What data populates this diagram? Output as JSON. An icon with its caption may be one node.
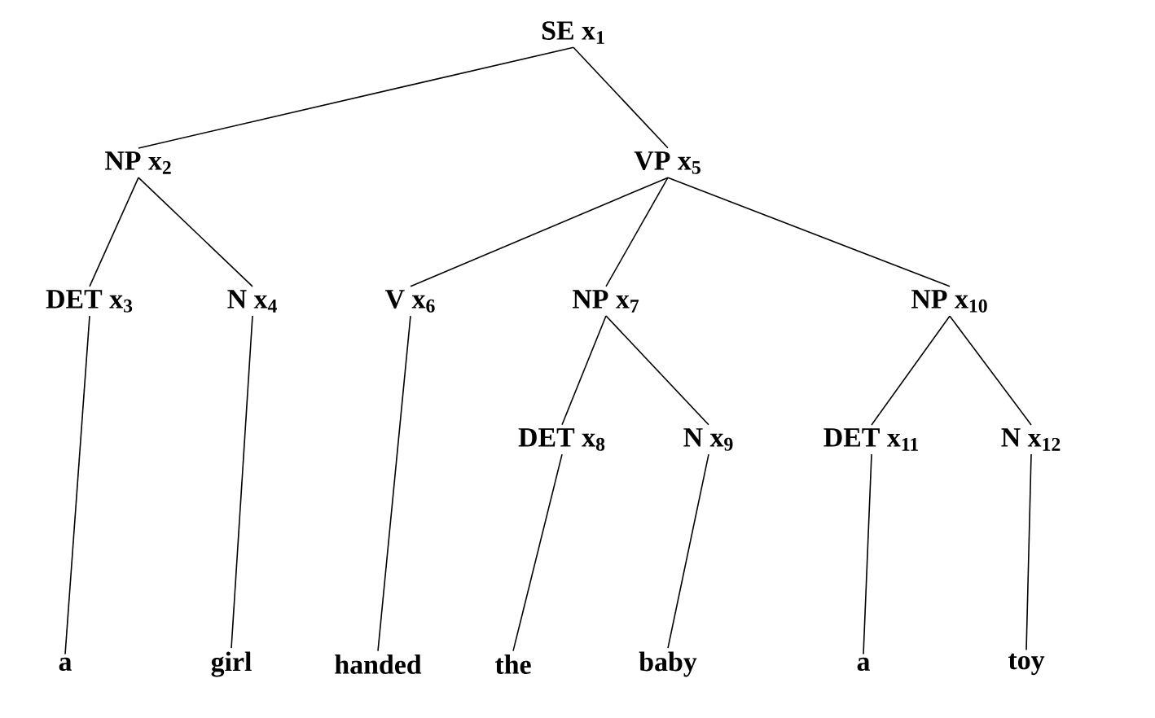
{
  "diagram": {
    "nodes": [
      {
        "text": [
          "SE x$_{1}$"
        ]
      },
      {
        "text": [
          "NP x$_{2}$"
        ]
      },
      {
        "text": [
          "VP x$_{5}$"
        ]
      },
      {
        "text": [
          "DET x$_{3}$"
        ]
      },
      {
        "text": [
          "N x$_{4}$"
        ]
      },
      {
        "text": [
          "V x$_{6}$"
        ]
      },
      {
        "text": [
          "NP x$_{7}$"
        ]
      },
      {
        "text": [
          "NP x$_{10}$"
        ]
      },
      {
        "text": [
          "DET x$_{8}$"
        ]
      },
      {
        "text": [
          "N x$_{9}$"
        ]
      },
      {
        "text": [
          "DET x$_{11}$"
        ]
      },
      {
        "text": [
          "N x$_{12}$"
        ]
      },
      {
        "text": [
          "a"
        ]
      },
      {
        "text": [
          "girl"
        ]
      },
      {
        "text": [
          "handed"
        ]
      },
      {
        "text": [
          "the"
        ]
      },
      {
        "text": [
          "baby"
        ]
      },
      {
        "text": [
          "a"
        ]
      },
      {
        "text": [
          "toy"
        ]
      }
    ],
    "edges": [
      {
        "from": 0,
        "to": 1,
        "arrow": "none"
      },
      {
        "from": 0,
        "to": 2,
        "arrow": "none"
      },
      {
        "from": 1,
        "to": 3,
        "arrow": "none"
      },
      {
        "from": 1,
        "to": 4,
        "arrow": "none"
      },
      {
        "from": 2,
        "to": 5,
        "arrow": "none"
      },
      {
        "from": 2,
        "to": 6,
        "arrow": "none"
      },
      {
        "from": 2,
        "to": 7,
        "arrow": "none"
      },
      {
        "from": 6,
        "to": 8,
        "arrow": "none"
      },
      {
        "from": 6,
        "to": 9,
        "arrow": "none"
      },
      {
        "from": 7,
        "to": 10,
        "arrow": "none"
      },
      {
        "from": 7,
        "to": 11,
        "arrow": "none"
      },
      {
        "from": 3,
        "to": 12,
        "arrow": "none"
      },
      {
        "from": 4,
        "to": 13,
        "arrow": "none"
      },
      {
        "from": 5,
        "to": 14,
        "arrow": "none"
      },
      {
        "from": 8,
        "to": 15,
        "arrow": "none"
      },
      {
        "from": 9,
        "to": 16,
        "arrow": "none"
      },
      {
        "from": 10,
        "to": 17,
        "arrow": "none"
      },
      {
        "from": 11,
        "to": 18,
        "arrow": "none"
      }
    ]
  }
}
